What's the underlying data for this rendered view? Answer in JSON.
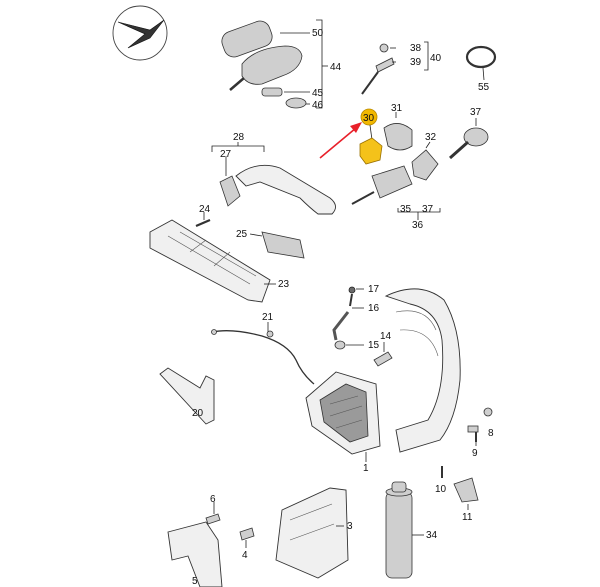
{
  "diagram": {
    "labels": {
      "p1": "1",
      "p3": "3",
      "p4": "4",
      "p5": "5",
      "p6": "6",
      "p8": "8",
      "p9": "9",
      "p10": "10",
      "p11": "11",
      "p14": "14",
      "p15": "15",
      "p16": "16",
      "p17": "17",
      "p20": "20",
      "p21": "21",
      "p23": "23",
      "p24": "24",
      "p25": "25",
      "p27": "27",
      "p28": "28",
      "p30": "30",
      "p31": "31",
      "p32": "32",
      "p34": "34",
      "p35": "35",
      "p36": "36",
      "p37a": "37",
      "p37b": "37",
      "p38": "38",
      "p39": "39",
      "p40": "40",
      "p44": "44",
      "p45": "45",
      "p46": "46",
      "p50": "50",
      "p55": "55"
    },
    "highlight_color": "#f2b800",
    "arrow_color": "#e8202a",
    "icons": [
      "compass-logo-icon"
    ]
  }
}
